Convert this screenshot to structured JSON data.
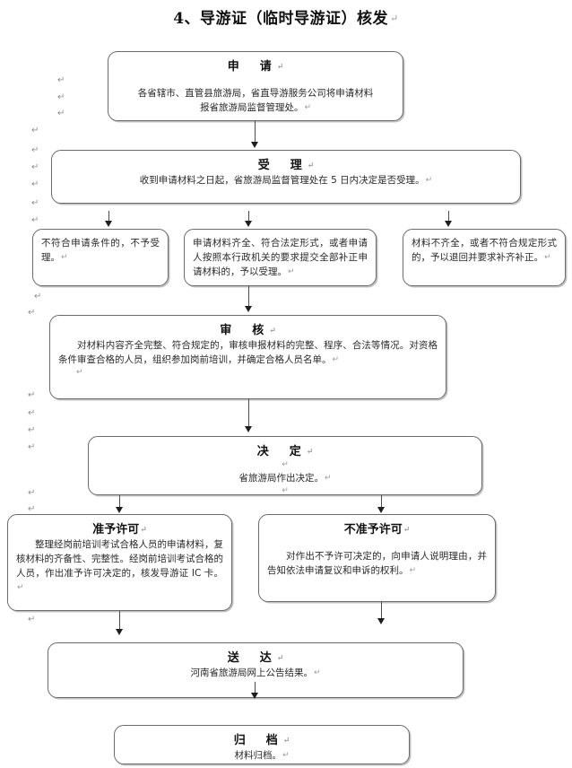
{
  "document": {
    "title": "4、导游证（临时导游证）核发",
    "pilcrow": "↵"
  },
  "margin_marks": [
    "↵",
    "↵",
    "↵",
    "↵",
    "↵",
    "↵",
    "↵",
    "↵",
    "↵",
    "↵",
    "↵",
    "↵",
    "↵",
    "↵",
    "↵",
    "↵",
    "↵",
    "↵",
    "↵",
    "↵"
  ],
  "flow": {
    "nodes": [
      {
        "id": "apply",
        "head": "申　请",
        "lines": [
          "各省辖市、直管县旅游局，省直导游服务公司将申请材料",
          "报省旅游局监督管理处。"
        ]
      },
      {
        "id": "accept",
        "head": "受　理",
        "lines": [
          "收到申请材料之日起，省旅游局监督管理处在 5 日内决定是否受理。"
        ]
      },
      {
        "id": "reject-condition",
        "head": "",
        "lines": [
          "不符合申请条件的，不予受理。"
        ]
      },
      {
        "id": "accept-complete",
        "head": "",
        "lines": [
          "申请材料齐全、符合法定形式，或者申请人按照本行政机关的要求提交全部补正申请材料的，予以受理。"
        ]
      },
      {
        "id": "return-incomplete",
        "head": "",
        "lines": [
          "材料不齐全，或者不符合规定形式的，予以退回并要求补齐补正。"
        ]
      },
      {
        "id": "review",
        "head": "审　核",
        "lines": [
          "对材料内容齐全完整、符合规定的，审核申报材料的完整、程序、合法等情况。对资格条件审查合格的人员，组织参加岗前培训，并确定合格人员名单。"
        ]
      },
      {
        "id": "decision",
        "head": "决　定",
        "lines": [
          "省旅游局作出决定。"
        ]
      },
      {
        "id": "permit-granted",
        "head": "准予许可",
        "lines": [
          "整理经岗前培训考试合格人员的申请材料，复核材料的齐备性、完整性。经岗前培训考试合格的人员，作出准予许可决定的，核发导游证 IC 卡。"
        ]
      },
      {
        "id": "permit-denied",
        "head": "不准予许可",
        "lines": [
          "对作出不予许可决定的，向申请人说明理由，并告知依法申请复议和申诉的权利。"
        ]
      },
      {
        "id": "delivery",
        "head": "送　达",
        "lines": [
          "河南省旅游局网上公告结果。"
        ]
      },
      {
        "id": "archive",
        "head": "归　档",
        "lines": [
          "材料归档。"
        ]
      }
    ]
  },
  "colors": {
    "border": "#6b6b6b",
    "connector": "#4a4a4a",
    "text": "#111111",
    "pilcrow": "#9a9a9a",
    "background": "#ffffff"
  }
}
